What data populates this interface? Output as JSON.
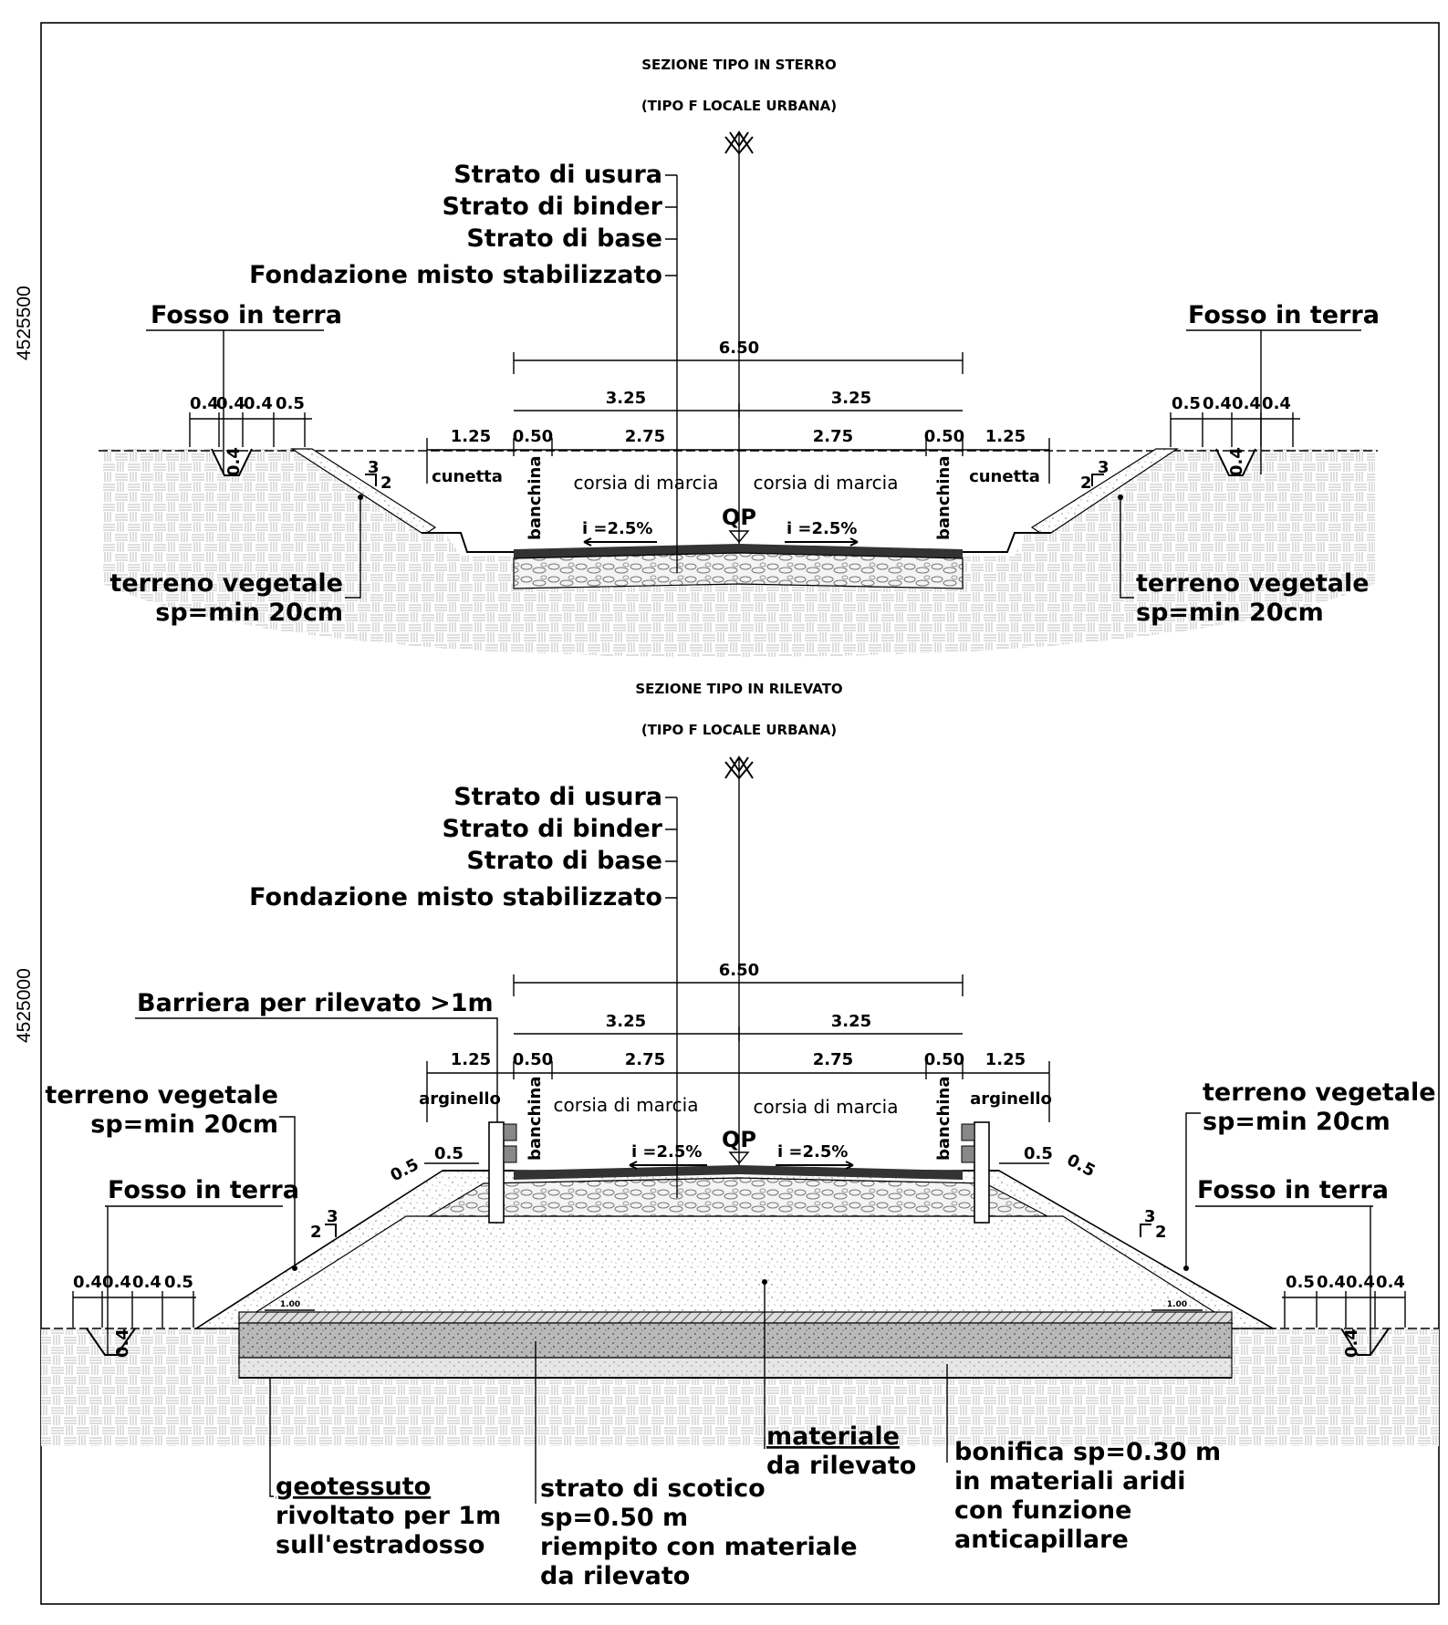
{
  "coords": {
    "y_upper": "4525500",
    "y_lower": "4525000"
  },
  "sterro": {
    "title1": "SEZIONE TIPO IN STERRO",
    "title2": "(TIPO F LOCALE URBANA)",
    "layers": [
      "Strato di usura",
      "Strato di binder",
      "Strato di base",
      "Fondazione misto stabilizzato"
    ],
    "fosso_left": "Fosso in terra",
    "fosso_right": "Fosso in terra",
    "dims": {
      "total": "6.50",
      "half_l": "3.25",
      "half_r": "3.25",
      "side_l": "1.25",
      "bank_l": "0.50",
      "lane_l": "2.75",
      "lane_r": "2.75",
      "bank_r": "0.50",
      "side_r": "1.25"
    },
    "ditch_dims_left": [
      "0.4",
      "0.4",
      "0.4",
      "0.5"
    ],
    "ditch_dims_right": [
      "0.5",
      "0.4",
      "0.4",
      "0.4"
    ],
    "ditch_depth": "0.4",
    "slope_left_h": "3",
    "slope_left_v": "2",
    "slope_right_h": "3",
    "slope_right_v": "2",
    "cunetta_l": "cunetta",
    "cunetta_r": "cunetta",
    "banchina_l": "banchina",
    "banchina_r": "banchina",
    "corsia_l": "corsia di marcia",
    "corsia_r": "corsia di marcia",
    "qp": "QP",
    "slope_l": "i =2.5%",
    "slope_r": "i =2.5%",
    "terreno_l1": "terreno vegetale",
    "terreno_l2": "sp=min 20cm",
    "terreno_r1": "terreno vegetale",
    "terreno_r2": "sp=min 20cm"
  },
  "rilevato": {
    "title1": "SEZIONE TIPO IN RILEVATO",
    "title2": "(TIPO F LOCALE URBANA)",
    "layers": [
      "Strato di usura",
      "Strato di binder",
      "Strato di base",
      "Fondazione misto stabilizzato"
    ],
    "barriera": "Barriera per rilevato >1m",
    "dims": {
      "total": "6.50",
      "half_l": "3.25",
      "half_r": "3.25",
      "side_l": "1.25",
      "bank_l": "0.50",
      "lane_l": "2.75",
      "lane_r": "2.75",
      "bank_r": "0.50",
      "side_r": "1.25"
    },
    "arginello_l": "arginello",
    "arginello_r": "arginello",
    "banchina_l": "banchina",
    "banchina_r": "banchina",
    "corsia_l": "corsia di marcia",
    "corsia_r": "corsia di marcia",
    "qp": "QP",
    "slope_l": "i =2.5%",
    "slope_r": "i =2.5%",
    "berm": [
      "0.5",
      "0.5",
      "0.5",
      "0.5"
    ],
    "terreno_l1": "terreno vegetale",
    "terreno_l2": "sp=min 20cm",
    "terreno_r1": "terreno vegetale",
    "terreno_r2": "sp=min 20cm",
    "fosso_left": "Fosso in terra",
    "fosso_right": "Fosso in terra",
    "ditch_dims_left": [
      "0.4",
      "0.4",
      "0.4",
      "0.5"
    ],
    "ditch_dims_right": [
      "0.5",
      "0.4",
      "0.4",
      "0.4"
    ],
    "ditch_depth": "0.4",
    "slope_left_h": "3",
    "slope_left_v": "2",
    "slope_right_h": "3",
    "slope_right_v": "2",
    "step_dim": "1.00",
    "geotessuto": [
      "geotessuto",
      "rivoltato per 1m",
      "sull'estradosso"
    ],
    "scotico": [
      "strato di scotico",
      "sp=0.50 m",
      "riempito con materiale",
      "da rilevato"
    ],
    "materiale": [
      "materiale",
      "da rilevato"
    ],
    "bonifica": [
      "bonifica sp=0.30 m",
      "in materiali aridi",
      "con funzione",
      "anticapillare"
    ]
  }
}
